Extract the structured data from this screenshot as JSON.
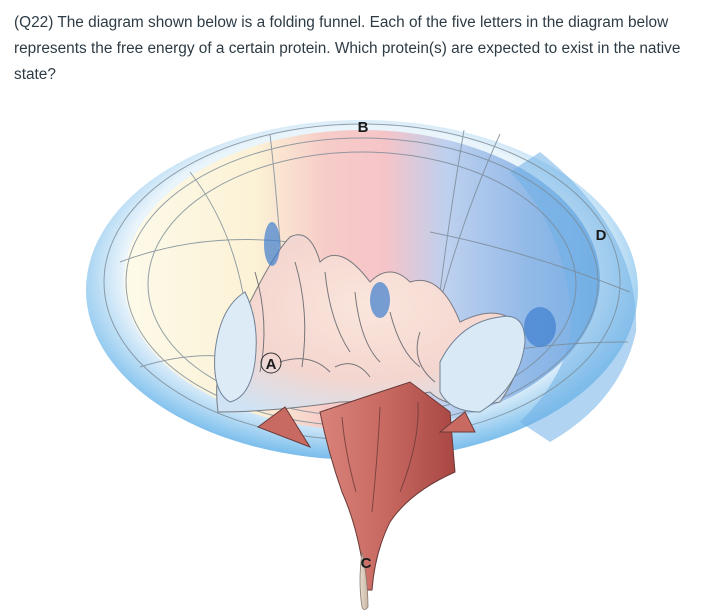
{
  "question": {
    "text": "(Q22) The diagram shown below is a folding funnel.  Each of the five letters in the diagram below represents the free energy of a certain protein.  Which protein(s) are expected to exist in the native state?"
  },
  "diagram": {
    "labels": {
      "a": "A",
      "b": "B",
      "c": "C",
      "d": "D"
    },
    "colors": {
      "outer_rim": "#5aaee8",
      "high_energy_left": "#fdf5d6",
      "high_energy_center": "#f7c3c3",
      "high_energy_right": "#8fb7e6",
      "funnel_body": "#c05a55"
    }
  }
}
